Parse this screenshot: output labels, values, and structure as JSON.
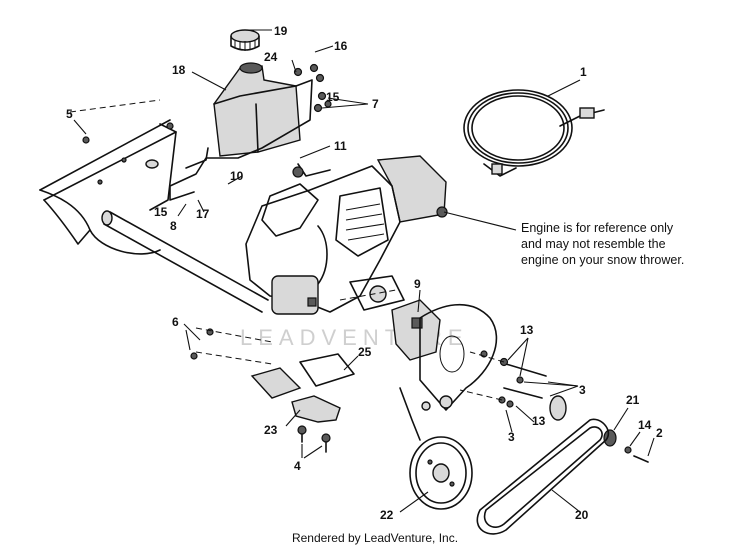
{
  "callouts": [
    {
      "id": "c1",
      "text": "1"
    },
    {
      "id": "c2",
      "text": "2"
    },
    {
      "id": "c3a",
      "text": "3"
    },
    {
      "id": "c3b",
      "text": "3"
    },
    {
      "id": "c4",
      "text": "4"
    },
    {
      "id": "c5",
      "text": "5"
    },
    {
      "id": "c6",
      "text": "6"
    },
    {
      "id": "c7",
      "text": "7"
    },
    {
      "id": "c8",
      "text": "8"
    },
    {
      "id": "c9",
      "text": "9"
    },
    {
      "id": "c10",
      "text": "10"
    },
    {
      "id": "c11",
      "text": "11"
    },
    {
      "id": "c13a",
      "text": "13"
    },
    {
      "id": "c13b",
      "text": "13"
    },
    {
      "id": "c14",
      "text": "14"
    },
    {
      "id": "c15a",
      "text": "15"
    },
    {
      "id": "c15b",
      "text": "15"
    },
    {
      "id": "c16",
      "text": "16"
    },
    {
      "id": "c17",
      "text": "17"
    },
    {
      "id": "c18",
      "text": "18"
    },
    {
      "id": "c19",
      "text": "19"
    },
    {
      "id": "c20",
      "text": "20"
    },
    {
      "id": "c21",
      "text": "21"
    },
    {
      "id": "c22",
      "text": "22"
    },
    {
      "id": "c23",
      "text": "23"
    },
    {
      "id": "c24",
      "text": "24"
    },
    {
      "id": "c25",
      "text": "25"
    }
  ],
  "note": "Engine is for reference only\nand may not resemble the\nengine on your snow thrower.",
  "footer": "Rendered by LeadVenture, Inc.",
  "watermark": "LEADVENTURE"
}
